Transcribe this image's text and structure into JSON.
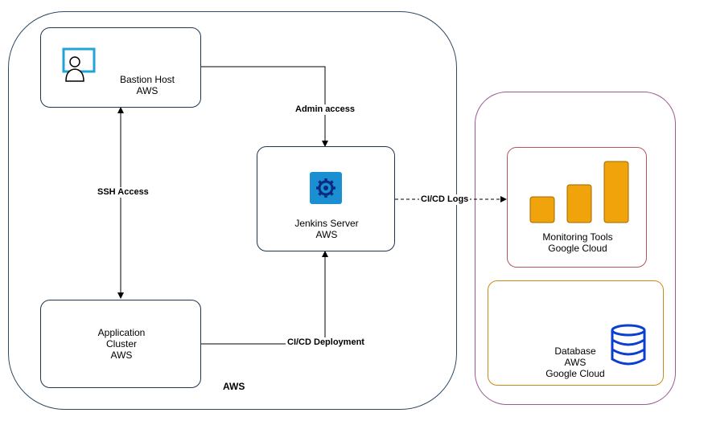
{
  "regions": {
    "aws_label": "AWS"
  },
  "nodes": {
    "bastion": {
      "line1": "Bastion Host",
      "line2": "AWS",
      "icon": "monitor-user-icon"
    },
    "jenkins": {
      "line1": "Jenkins Server",
      "line2": "AWS",
      "icon": "gear-icon"
    },
    "app_cluster": {
      "line1": "Application",
      "line2": "Cluster",
      "line3": "AWS"
    },
    "monitoring": {
      "line1": "Monitoring Tools",
      "line2": "Google Cloud",
      "icon": "bar-chart-icon"
    },
    "database": {
      "line1": "Database",
      "line2": "AWS",
      "line3": "Google Cloud",
      "icon": "database-icon"
    }
  },
  "edges": {
    "admin_access": "Admin access",
    "ssh_access": "SSH Access",
    "cicd_logs": "CI/CD Logs",
    "cicd_deployment": "CI/CD Deployment"
  },
  "colors": {
    "aws_border": "#2e4a66",
    "right_border": "#9a5a92",
    "monitoring_border": "#b3565f",
    "database_border": "#c88a1a",
    "bar_fill": "#f0a30a",
    "db_icon": "#0a3fd1",
    "jenkins_icon_bg": "#1a8fd1",
    "monitor_icon": "#20a4d8"
  }
}
